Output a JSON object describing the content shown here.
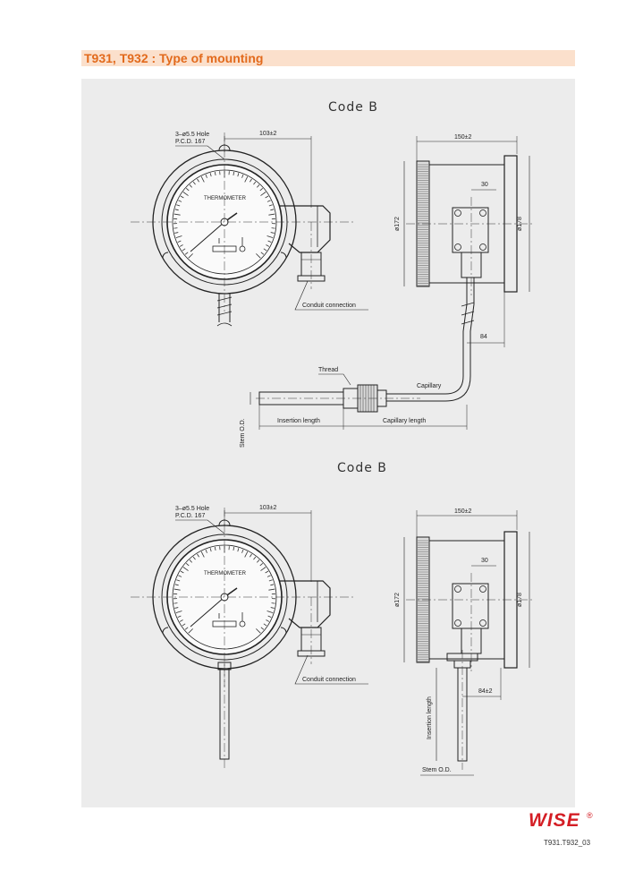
{
  "header": {
    "title": "T931, T932 : Type of mounting"
  },
  "top": {
    "code": "Code B",
    "hole_line1": "3–ø5.5 Hole",
    "hole_line2": "P.C.D. 167",
    "dim_width": "103±2",
    "dial_text": "THERMOMETER",
    "conduit": "Conduit connection",
    "dim_depth": "150±2",
    "dim_30": "30",
    "dim_172": "ø172",
    "dim_178": "ø178",
    "dim_84": "84",
    "thread": "Thread",
    "capillary": "Capillary",
    "stem_od": "Stem O.D.",
    "insertion": "Insertion length",
    "capillary_length": "Capillary length"
  },
  "bottom": {
    "code": "Code B",
    "hole_line1": "3–ø5.5 Hole",
    "hole_line2": "P.C.D. 167",
    "dim_width": "103±2",
    "dial_text": "THERMOMETER",
    "conduit": "Conduit connection",
    "dim_depth": "150±2",
    "dim_30": "30",
    "dim_172": "ø172",
    "dim_178": "ø178",
    "dim_84": "84±2",
    "insertion": "Insertion length",
    "stem_od": "Stem O.D."
  },
  "footer": {
    "logo": "WISE",
    "registered": "®",
    "page_ref": "T931.T932_03"
  }
}
